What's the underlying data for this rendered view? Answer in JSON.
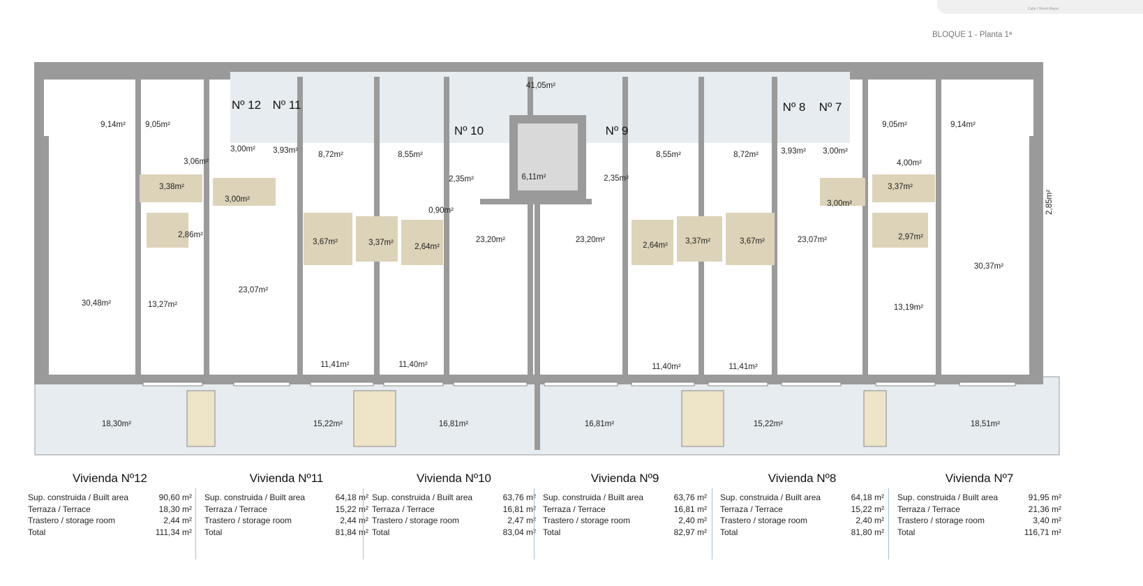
{
  "header": {
    "title": "BLOQUE 1 - Planta 1ª",
    "inset_caption": "Calle / Street Mayor"
  },
  "plan": {
    "colors": {
      "wall": "#9a9a9a",
      "terrace": "#e6ecef",
      "bathroom": "#ddd3b8",
      "storage": "#eee4c8"
    },
    "unit_labels": [
      "Nº 12",
      "Nº 11",
      "Nº 10",
      "Nº 9",
      "Nº 8",
      "Nº 7"
    ],
    "room_areas": [
      "41,05m²",
      "9,14m²",
      "9,05m²",
      "3,00m²",
      "3,93m²",
      "8,72m²",
      "8,55m²",
      "3,06m²",
      "6,11m²",
      "2,35m²",
      "2,35m²",
      "8,55m²",
      "8,72m²",
      "3,93m²",
      "3,00m²",
      "9,05m²",
      "9,14m²",
      "4,00m²",
      "3,38m²",
      "3,00m²",
      "0,90m²",
      "3,37m²",
      "3,00m²",
      "2,85m²",
      "2,86m²",
      "3,67m²",
      "3,37m²",
      "2,64m²",
      "23,20m²",
      "23,20m²",
      "2,64m²",
      "3,37m²",
      "3,67m²",
      "23,07m²",
      "2,97m²",
      "30,37m²",
      "23,07m²",
      "30,48m²",
      "13,27m²",
      "13,19m²",
      "11,41m²",
      "11,40m²",
      "11,40m²",
      "11,41m²",
      "18,30m²",
      "15,22m²",
      "16,81m²",
      "16,81m²",
      "15,22m²",
      "18,51m²"
    ]
  },
  "units": [
    {
      "title": "Vivienda Nº12",
      "rows": [
        [
          "Sup. construida / Built area",
          "90,60 m²"
        ],
        [
          "Terraza / Terrace",
          "18,30 m²"
        ],
        [
          "Trastero / storage room",
          "2,44 m²"
        ],
        [
          "Total",
          "111,34 m²"
        ]
      ]
    },
    {
      "title": "Vivienda Nº11",
      "rows": [
        [
          "Sup. construida / Built area",
          "64,18 m²"
        ],
        [
          "Terraza / Terrace",
          "15,22 m²"
        ],
        [
          "Trastero / storage room",
          "2,44 m²"
        ],
        [
          "Total",
          "81,84 m²"
        ]
      ]
    },
    {
      "title": "Vivienda Nº10",
      "rows": [
        [
          "Sup. construida / Built area",
          "63,76 m²"
        ],
        [
          "Terraza / Terrace",
          "16,81 m²"
        ],
        [
          "Trastero / storage room",
          "2,47 m²"
        ],
        [
          "Total",
          "83,04 m²"
        ]
      ]
    },
    {
      "title": "Vivienda Nº9",
      "rows": [
        [
          "Sup. construida / Built area",
          "63,76 m²"
        ],
        [
          "Terraza / Terrace",
          "16,81 m²"
        ],
        [
          "Trastero / storage room",
          "2,40 m²"
        ],
        [
          "Total",
          "82,97 m²"
        ]
      ]
    },
    {
      "title": "Vivienda Nº8",
      "rows": [
        [
          "Sup. construida / Built area",
          "64,18 m²"
        ],
        [
          "Terraza / Terrace",
          "15,22 m²"
        ],
        [
          "Trastero / storage room",
          "2,40 m²"
        ],
        [
          "Total",
          "81,80 m²"
        ]
      ]
    },
    {
      "title": "Vivienda Nº7",
      "rows": [
        [
          "Sup. construida / Built area",
          "91,95 m²"
        ],
        [
          "Terraza / Terrace",
          "21,36 m²"
        ],
        [
          "Trastero / storage room",
          "3,40 m²"
        ],
        [
          "Total",
          "116,71 m²"
        ]
      ]
    }
  ]
}
